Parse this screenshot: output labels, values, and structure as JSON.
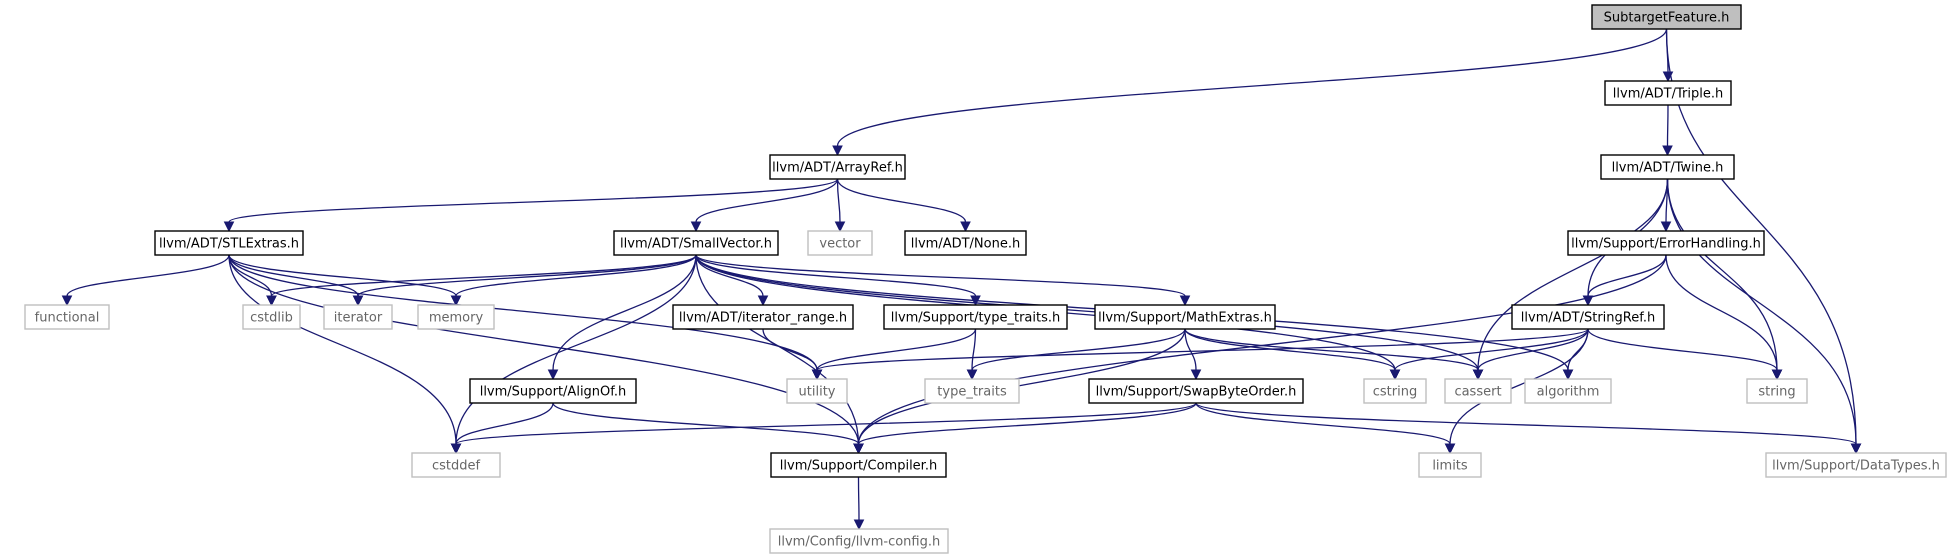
{
  "diagram": {
    "colors": {
      "edge": "#191970",
      "root_fill": "#bfbfbf",
      "node_border": "#000000",
      "system_border": "#bfbfbf",
      "system_text": "#666666"
    },
    "nodes": [
      {
        "id": "subtarget",
        "label": "SubtargetFeature.h",
        "kind": "root"
      },
      {
        "id": "triple",
        "label": "llvm/ADT/Triple.h",
        "kind": "header"
      },
      {
        "id": "arrayref",
        "label": "llvm/ADT/ArrayRef.h",
        "kind": "header"
      },
      {
        "id": "twine",
        "label": "llvm/ADT/Twine.h",
        "kind": "header"
      },
      {
        "id": "stlextras",
        "label": "llvm/ADT/STLExtras.h",
        "kind": "header"
      },
      {
        "id": "smallvector",
        "label": "llvm/ADT/SmallVector.h",
        "kind": "header"
      },
      {
        "id": "vector",
        "label": "vector",
        "kind": "system"
      },
      {
        "id": "none",
        "label": "llvm/ADT/None.h",
        "kind": "header"
      },
      {
        "id": "errorhandling",
        "label": "llvm/Support/ErrorHandling.h",
        "kind": "header"
      },
      {
        "id": "functional",
        "label": "functional",
        "kind": "system"
      },
      {
        "id": "cstdlib",
        "label": "cstdlib",
        "kind": "system"
      },
      {
        "id": "iterator",
        "label": "iterator",
        "kind": "system"
      },
      {
        "id": "memory",
        "label": "memory",
        "kind": "system"
      },
      {
        "id": "iterator_range",
        "label": "llvm/ADT/iterator_range.h",
        "kind": "header"
      },
      {
        "id": "type_traits_h",
        "label": "llvm/Support/type_traits.h",
        "kind": "header"
      },
      {
        "id": "mathextras",
        "label": "llvm/Support/MathExtras.h",
        "kind": "header"
      },
      {
        "id": "stringref",
        "label": "llvm/ADT/StringRef.h",
        "kind": "header"
      },
      {
        "id": "utility",
        "label": "utility",
        "kind": "system"
      },
      {
        "id": "type_traits",
        "label": "type_traits",
        "kind": "system"
      },
      {
        "id": "cstring",
        "label": "cstring",
        "kind": "system"
      },
      {
        "id": "cassert",
        "label": "cassert",
        "kind": "system"
      },
      {
        "id": "algorithm",
        "label": "algorithm",
        "kind": "system"
      },
      {
        "id": "string",
        "label": "string",
        "kind": "system"
      },
      {
        "id": "alignof",
        "label": "llvm/Support/AlignOf.h",
        "kind": "header"
      },
      {
        "id": "swapbyteorder",
        "label": "llvm/Support/SwapByteOrder.h",
        "kind": "header"
      },
      {
        "id": "cstddef",
        "label": "cstddef",
        "kind": "system"
      },
      {
        "id": "compiler",
        "label": "llvm/Support/Compiler.h",
        "kind": "header"
      },
      {
        "id": "limits",
        "label": "limits",
        "kind": "system"
      },
      {
        "id": "datatypes",
        "label": "llvm/Support/DataTypes.h",
        "kind": "system"
      },
      {
        "id": "llvmconfig",
        "label": "llvm/Config/llvm-config.h",
        "kind": "system"
      }
    ],
    "edges": [
      [
        "subtarget",
        "triple"
      ],
      [
        "subtarget",
        "arrayref"
      ],
      [
        "subtarget",
        "datatypes"
      ],
      [
        "triple",
        "twine"
      ],
      [
        "arrayref",
        "stlextras"
      ],
      [
        "arrayref",
        "smallvector"
      ],
      [
        "arrayref",
        "vector"
      ],
      [
        "arrayref",
        "none"
      ],
      [
        "twine",
        "errorhandling"
      ],
      [
        "twine",
        "stringref"
      ],
      [
        "twine",
        "cassert"
      ],
      [
        "twine",
        "string"
      ],
      [
        "twine",
        "datatypes"
      ],
      [
        "stlextras",
        "functional"
      ],
      [
        "stlextras",
        "cstdlib"
      ],
      [
        "stlextras",
        "iterator"
      ],
      [
        "stlextras",
        "memory"
      ],
      [
        "stlextras",
        "utility"
      ],
      [
        "stlextras",
        "cstddef"
      ],
      [
        "stlextras",
        "compiler"
      ],
      [
        "smallvector",
        "cstdlib"
      ],
      [
        "smallvector",
        "iterator"
      ],
      [
        "smallvector",
        "memory"
      ],
      [
        "smallvector",
        "iterator_range"
      ],
      [
        "smallvector",
        "type_traits_h"
      ],
      [
        "smallvector",
        "mathextras"
      ],
      [
        "smallvector",
        "alignof"
      ],
      [
        "smallvector",
        "cstddef"
      ],
      [
        "smallvector",
        "compiler"
      ],
      [
        "smallvector",
        "cstring"
      ],
      [
        "smallvector",
        "cassert"
      ],
      [
        "smallvector",
        "algorithm"
      ],
      [
        "errorhandling",
        "stringref"
      ],
      [
        "errorhandling",
        "string"
      ],
      [
        "errorhandling",
        "compiler"
      ],
      [
        "iterator_range",
        "utility"
      ],
      [
        "type_traits_h",
        "utility"
      ],
      [
        "type_traits_h",
        "type_traits"
      ],
      [
        "mathextras",
        "type_traits"
      ],
      [
        "mathextras",
        "swapbyteorder"
      ],
      [
        "mathextras",
        "cstring"
      ],
      [
        "mathextras",
        "cassert"
      ],
      [
        "mathextras",
        "compiler"
      ],
      [
        "stringref",
        "utility"
      ],
      [
        "stringref",
        "cstring"
      ],
      [
        "stringref",
        "cassert"
      ],
      [
        "stringref",
        "algorithm"
      ],
      [
        "stringref",
        "string"
      ],
      [
        "stringref",
        "limits"
      ],
      [
        "alignof",
        "cstddef"
      ],
      [
        "alignof",
        "compiler"
      ],
      [
        "swapbyteorder",
        "cstddef"
      ],
      [
        "swapbyteorder",
        "compiler"
      ],
      [
        "swapbyteorder",
        "limits"
      ],
      [
        "swapbyteorder",
        "datatypes"
      ],
      [
        "compiler",
        "llvmconfig"
      ]
    ]
  }
}
